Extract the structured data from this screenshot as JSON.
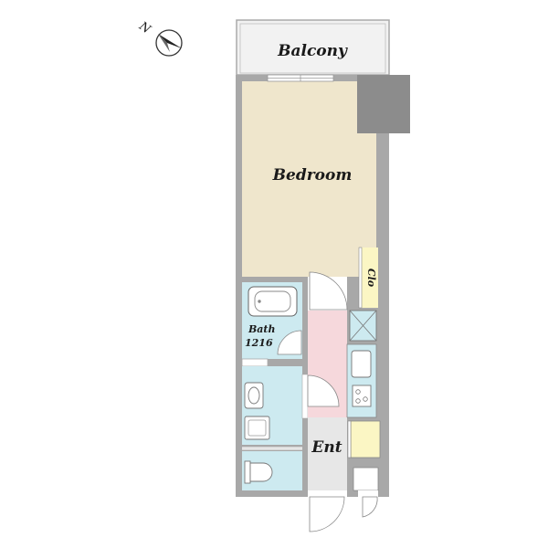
{
  "compass": {
    "north_label": "N"
  },
  "rooms": {
    "balcony": {
      "label": "Balcony"
    },
    "bedroom": {
      "label": "Bedroom"
    },
    "closet": {
      "label": "Clo"
    },
    "bath": {
      "label_line1": "Bath",
      "label_line2": "1216"
    },
    "entrance": {
      "label": "Ent"
    }
  },
  "colors": {
    "bedroom_floor": "#efe6cc",
    "bath_floor": "#cdeaf0",
    "hall_floor": "#f6d8dc",
    "closet_floor": "#fbf6c4",
    "entrance_floor": "#e7e7e7",
    "balcony_floor": "#f2f2f2",
    "wall": "#a0a0a0",
    "column": "#8c8c8c"
  }
}
